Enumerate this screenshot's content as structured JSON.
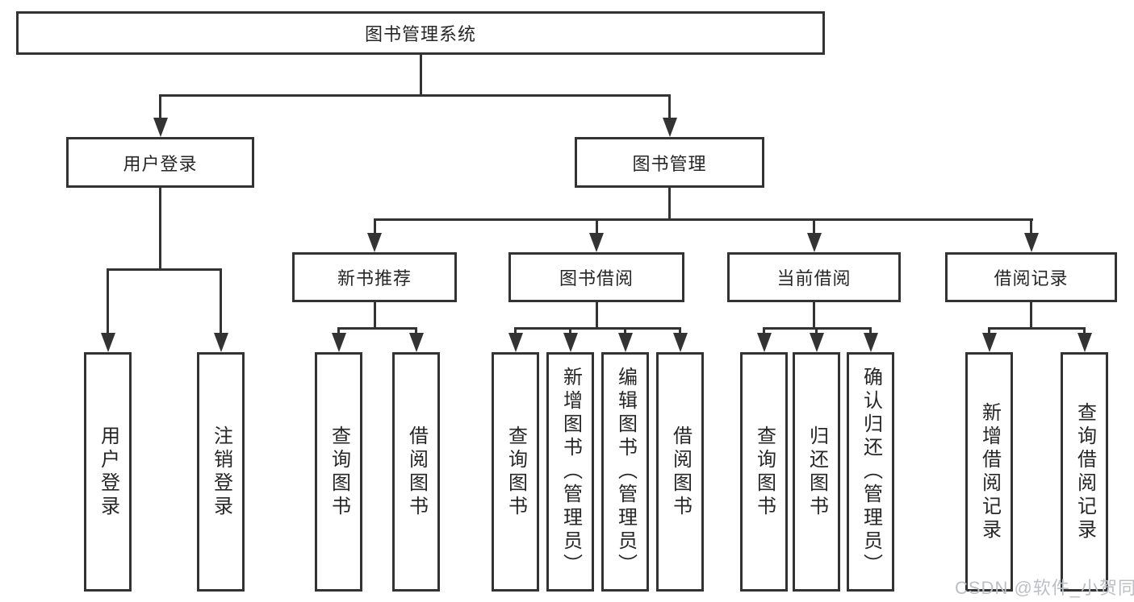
{
  "diagram": {
    "title": "图书管理系统",
    "nodes": {
      "root": {
        "label": "图书管理系统"
      },
      "level2": [
        {
          "label": "用户登录"
        },
        {
          "label": "图书管理"
        }
      ],
      "level3": [
        {
          "label": "新书推荐",
          "parent": "图书管理"
        },
        {
          "label": "图书借阅",
          "parent": "图书管理"
        },
        {
          "label": "当前借阅",
          "parent": "图书管理"
        },
        {
          "label": "借阅记录",
          "parent": "图书管理"
        }
      ],
      "leaves": [
        {
          "label": "用户登录",
          "parent": "用户登录"
        },
        {
          "label": "注销登录",
          "parent": "用户登录"
        },
        {
          "label": "查询图书",
          "parent": "新书推荐"
        },
        {
          "label": "借阅图书",
          "parent": "新书推荐"
        },
        {
          "label": "查询图书",
          "parent": "图书借阅"
        },
        {
          "label": "新增图书（管理员）",
          "parent": "图书借阅"
        },
        {
          "label": "编辑图书（管理员）",
          "parent": "图书借阅"
        },
        {
          "label": "借阅图书",
          "parent": "图书借阅"
        },
        {
          "label": "查询图书",
          "parent": "当前借阅"
        },
        {
          "label": "归还图书",
          "parent": "当前借阅"
        },
        {
          "label": "确认归还（管理员）",
          "parent": "当前借阅"
        },
        {
          "label": "新增借阅记录",
          "parent": "借阅记录"
        },
        {
          "label": "查询借阅记录",
          "parent": "借阅记录"
        }
      ]
    },
    "colors": {
      "line": "#333333",
      "text": "#262626",
      "background": "#ffffff",
      "watermark": "#bcc0c4"
    }
  },
  "watermark": {
    "text": "CSDN @软件_小贺同学"
  }
}
